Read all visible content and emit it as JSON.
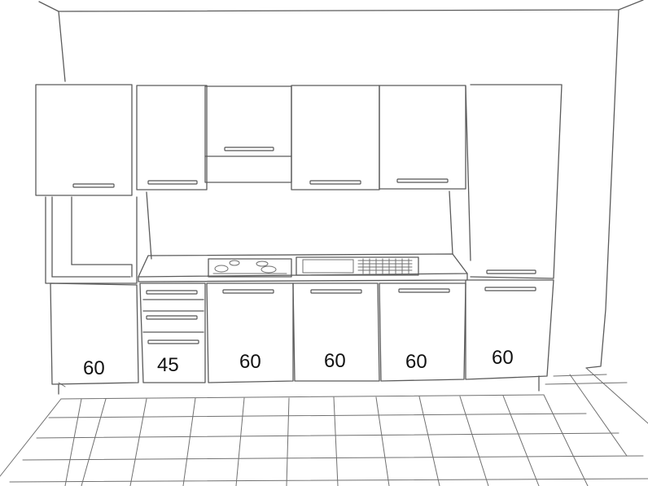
{
  "cabinet_widths": [
    {
      "id": "tall-left",
      "label": "60"
    },
    {
      "id": "drawers",
      "label": "45"
    },
    {
      "id": "hob",
      "label": "60"
    },
    {
      "id": "sink",
      "label": "60"
    },
    {
      "id": "base",
      "label": "60"
    },
    {
      "id": "tall-right",
      "label": "60"
    }
  ],
  "colors": {
    "line": "#5b5b5b",
    "background": "#ffffff",
    "text": "#111111"
  }
}
